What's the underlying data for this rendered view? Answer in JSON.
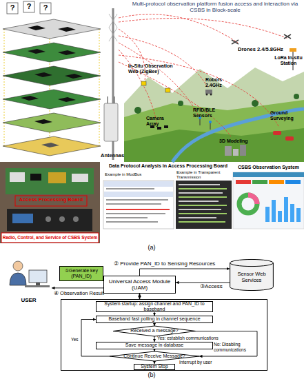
{
  "diagram": {
    "nodes": [
      {
        "text": [
          "USER"
        ]
      },
      {
        "text": [
          "①Generate key (PAN_ID)"
        ]
      },
      {
        "text": [
          "Universal Access Module (UAM)"
        ]
      },
      {
        "text": [
          "Sensor Web Services"
        ]
      },
      {
        "text": []
      },
      {
        "text": [
          "System startup: assign channel and PAN_ID to baseband"
        ],
        "in": 4
      },
      {
        "text": [
          "Baseband fast polling in channel sequence"
        ],
        "in": 4
      },
      {
        "text": [
          "Received a message?"
        ],
        "in": 4
      },
      {
        "text": [
          "Save message in database"
        ],
        "in": 4
      },
      {
        "text": [
          "Continue Receive Message?"
        ],
        "in": 4
      },
      {
        "text": [
          "System Stop"
        ],
        "in": 4
      }
    ],
    "edges": [
      {
        "from": 2,
        "to": 3,
        "arrow": "to",
        "label": "② Provide PAN_ID to Sensing Resources"
      },
      {
        "from": 3,
        "to": 2,
        "arrow": "to",
        "label": "③Access"
      },
      {
        "from": 2,
        "to": 0,
        "arrow": "to",
        "label": "④ Observation Result"
      },
      {
        "from": 2,
        "to": 4,
        "arrow": "both"
      },
      {
        "from": 5,
        "to": 6,
        "arrow": "to"
      },
      {
        "from": 6,
        "to": 7,
        "arrow": "to"
      },
      {
        "from": 7,
        "to": 8,
        "arrow": "to",
        "label": "Yes: establish communications"
      },
      {
        "from": 7,
        "to": 9,
        "arrow": "to",
        "label": "No: Disabling communications"
      },
      {
        "from": 8,
        "to": 9,
        "arrow": "to"
      },
      {
        "from": 9,
        "to": 6,
        "arrow": "to",
        "label": "Yes"
      },
      {
        "from": 9,
        "to": 10,
        "arrow": "to",
        "label": "Interrupt by user"
      }
    ],
    "labels": [
      "Multi-protocol observation platform fusion access and interaction via CSBS in Block-scale",
      "?",
      "?",
      "?",
      "Drones 2.4/5.8GHz",
      "LoRa In-situ Station",
      "In-Situ Observation Web (ZigBee)",
      "Robots 2.4GHz",
      "Antennas",
      "RFID/BLE Sensors",
      "Camera Array",
      "Ground Surveying",
      "3D Modeling",
      "Access Processing Board",
      "Radio, Control, and Service of CSBS System",
      "Data Protocol Analysis in Access Processing Board",
      "Example in ModBus",
      "Example in Transparent Transmission",
      "CSBS Observation System",
      "(a)",
      "(b)"
    ]
  }
}
